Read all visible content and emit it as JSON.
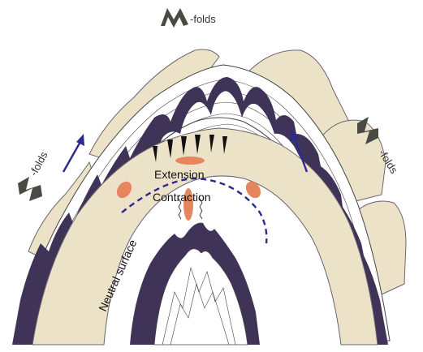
{
  "labels": {
    "m_folds": "-folds",
    "s_folds": "-folds",
    "z_folds": "-folds",
    "extension": "Extension",
    "contraction": "Contraction",
    "neutral_surface": "Neutral surface"
  },
  "colors": {
    "competent_layer": "#ece2c8",
    "competent_layer_edge": "#6b6470",
    "dark_layer": "#3f3457",
    "incompetent_lines": "#444444",
    "neutral_dash": "#2d2a8f",
    "shear_arrow": "#2d2a8f",
    "strain_ellipse": "#e6865f",
    "fold_symbol": "#4a4a44"
  },
  "icons": {
    "m_fold_symbol": "m-fold-glyph-icon",
    "s_fold_symbol": "s-fold-glyph-icon",
    "z_fold_symbol": "z-fold-glyph-icon",
    "left_shear_arrow": "arrow-up-right-icon",
    "right_shear_arrow": "arrow-up-left-icon"
  }
}
